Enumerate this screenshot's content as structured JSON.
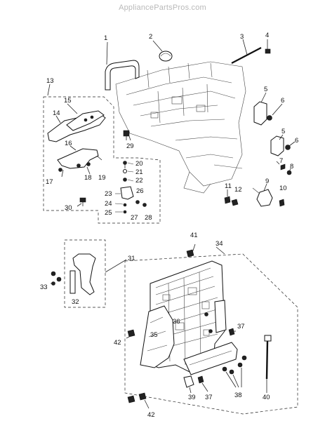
{
  "site": {
    "watermark": "AppliancePartsPros.com"
  },
  "callouts": [
    "1",
    "2",
    "3",
    "4",
    "5",
    "6",
    "5",
    "6",
    "7",
    "8",
    "9",
    "10",
    "11",
    "12",
    "13",
    "14",
    "15",
    "16",
    "17",
    "18",
    "19",
    "20",
    "21",
    "22",
    "23",
    "24",
    "25",
    "26",
    "27",
    "28",
    "29",
    "30",
    "31",
    "32",
    "33",
    "34",
    "35",
    "36",
    "37",
    "37",
    "38",
    "39",
    "40",
    "41",
    "42",
    "42"
  ]
}
